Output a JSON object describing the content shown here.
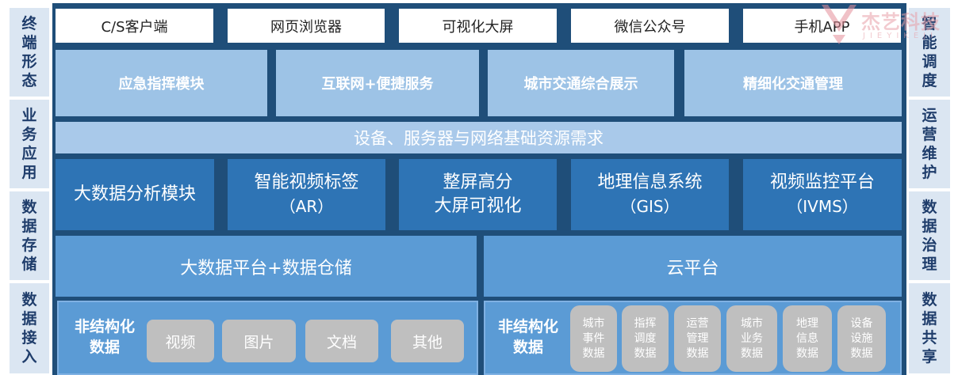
{
  "left_labels": [
    "终端形态",
    "业务应用",
    "数据存储",
    "数据接入"
  ],
  "right_labels": [
    "智能调度",
    "运营维护",
    "数据治理",
    "数据共享"
  ],
  "terminals": [
    "C/S客户端",
    "网页浏览器",
    "可视化大屏",
    "微信公众号",
    "手机APP"
  ],
  "apps": [
    "应急指挥模块",
    "互联网+便捷服务",
    "城市交通综合展示",
    "精细化交通管理"
  ],
  "infra": "设备、服务器与网络基础资源需求",
  "modules": [
    {
      "line1": "大数据分析模块",
      "line2": ""
    },
    {
      "line1": "智能视频标签",
      "line2": "（AR）"
    },
    {
      "line1": "整屏高分",
      "line2": "大屏可视化"
    },
    {
      "line1": "地理信息系统",
      "line2": "（GIS）"
    },
    {
      "line1": "视频监控平台",
      "line2": "（IVMS）"
    }
  ],
  "storage": [
    "大数据平台+数据仓储",
    "云平台"
  ],
  "access_left": {
    "label": "非结构化数据",
    "items": [
      "视频",
      "图片",
      "文档",
      "其他"
    ]
  },
  "access_right": {
    "label": "非结构化数据",
    "items": [
      "城市事件数据",
      "指挥调度数据",
      "运营管理数据",
      "城市业务数据",
      "地理信息数据",
      "设备设施数据"
    ]
  },
  "watermark": {
    "name": "杰艺科技",
    "sub": "JIEYIKEJI"
  },
  "colors": {
    "frame": "#1f4e79",
    "side": "#dbe6f2",
    "light": "#9dc3e6",
    "dark": "#2e74b5",
    "mid": "#5b9bd5",
    "grey": "#bfbfbf"
  }
}
